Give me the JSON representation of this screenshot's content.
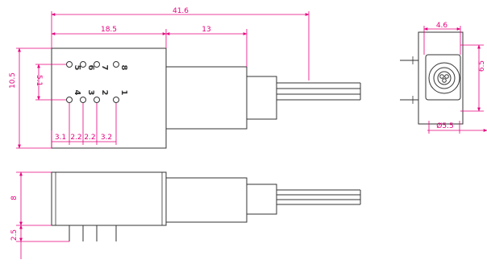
{
  "colors": {
    "dimension": "#e6007e",
    "outline": "#333333",
    "background": "#ffffff"
  },
  "dimensions": {
    "total_length": "41.6",
    "body_length": "18.5",
    "sleeve_length": "13",
    "body_height": "10.5",
    "pin_row_spacing": "5.1",
    "pin_pitch_1": "3.1",
    "pin_pitch_2": "2.2",
    "pin_pitch_3": "2.2",
    "pin_pitch_4": "3.2",
    "end_width": "4.6",
    "end_height": "6.5",
    "bore_diameter": "Ø5.5",
    "side_body_height": "8",
    "lead_length": "2.5"
  },
  "pins": {
    "top_row": [
      "5",
      "6",
      "7",
      "8"
    ],
    "bottom_row": [
      "4",
      "3",
      "2",
      "1"
    ]
  }
}
